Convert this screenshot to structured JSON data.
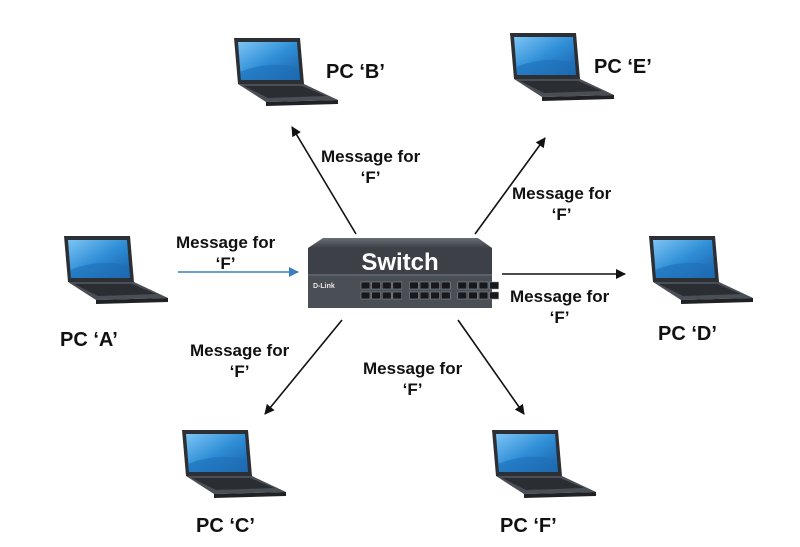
{
  "diagram": {
    "switch_label": "Switch",
    "switch_brand": "D-Link",
    "pcs": [
      {
        "id": "A",
        "label": "PC ‘A’"
      },
      {
        "id": "B",
        "label": "PC ‘B’"
      },
      {
        "id": "C",
        "label": "PC ‘C’"
      },
      {
        "id": "D",
        "label": "PC ‘D’"
      },
      {
        "id": "E",
        "label": "PC ‘E’"
      },
      {
        "id": "F",
        "label": "PC ‘F’"
      }
    ],
    "messages": [
      {
        "line1": "Message for",
        "line2": "‘F’",
        "from": "PC ‘A’",
        "to": "Switch"
      },
      {
        "line1": "Message for",
        "line2": "‘F’",
        "from": "Switch",
        "to": "PC ‘B’"
      },
      {
        "line1": "Message for",
        "line2": "‘F’",
        "from": "Switch",
        "to": "PC ‘E’"
      },
      {
        "line1": "Message for",
        "line2": "‘F’",
        "from": "Switch",
        "to": "PC ‘D’"
      },
      {
        "line1": "Message for",
        "line2": "‘F’",
        "from": "Switch",
        "to": "PC ‘C’"
      },
      {
        "line1": "Message for",
        "line2": "‘F’",
        "from": "Switch",
        "to": "PC ‘F’"
      }
    ],
    "colors": {
      "incoming_arrow": "#3a7fc1",
      "outgoing_arrow": "#111111",
      "laptop_body": "#3b3f45",
      "laptop_screen": "#2f8ed6",
      "switch_body": "#3d4147",
      "text": "#111111"
    }
  }
}
